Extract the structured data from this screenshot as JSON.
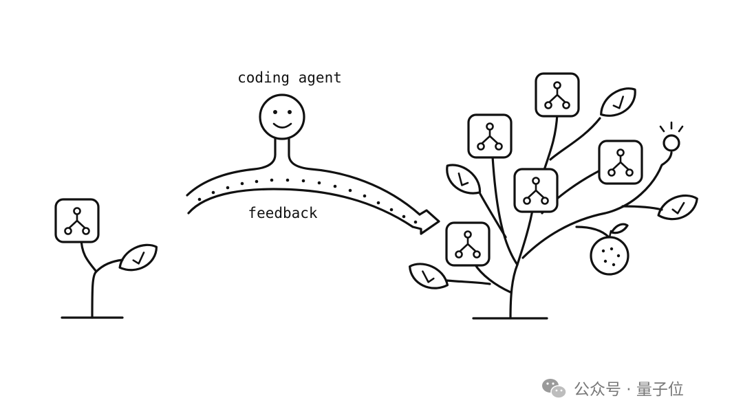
{
  "diagram": {
    "agent_label": "coding agent",
    "path_label": "feedback"
  },
  "watermark": {
    "text": "公众号 · 量子位",
    "icon": "wechat-icon"
  },
  "icons": {
    "tree_box": "git-branch-icon",
    "leaf": "checkmark-leaf-icon",
    "face": "smiley-face-icon",
    "bulb": "lightbulb-icon",
    "fruit": "orange-fruit-icon",
    "arrow": "arrow-right-icon"
  }
}
